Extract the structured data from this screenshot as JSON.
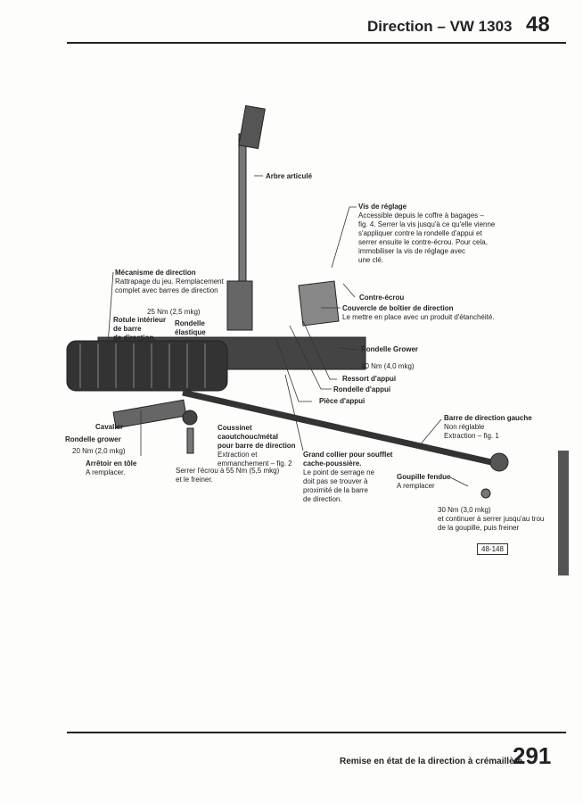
{
  "header": {
    "title": "Direction – VW 1303",
    "chapter": "48"
  },
  "labels": {
    "arbre": "Arbre articulé",
    "vis_title": "Vis de réglage",
    "vis_text": [
      "Accessible depuis le coffre à bagages –",
      "fig. 4. Serrer la vis jusqu'à ce qu'elle vienne",
      "s'appliquer contre la rondelle d'appui et",
      "serrer ensuite le contre-écrou. Pour cela,",
      "immobiliser la vis de réglage avec",
      "une clé."
    ],
    "mecanisme_title": "Mécanisme de direction",
    "mecanisme_text": [
      "Rattrapage du jeu. Remplacement",
      "complet avec barres de direction"
    ],
    "torque25": "25 Nm (2,5 mkg)",
    "rotule": [
      "Rotule intérieur",
      "de barre",
      "de direction."
    ],
    "rondelle_elastique": [
      "Rondelle",
      "élastique"
    ],
    "contre_ecrou": "Contre-écrou",
    "couvercle_title": "Couvercle de boîtier de direction",
    "couvercle_text": "Le mettre en place avec un produit d'étanchéité.",
    "rondelle_grower_r": "Rondelle Grower",
    "torque40": "40 Nm (4,0 mkg)",
    "ressort": "Ressort d'appui",
    "rondelle_appui": "Rondelle d'appui",
    "piece_appui": "Pièce d'appui",
    "barre_title": "Barre de direction gauche",
    "barre_text": [
      "Non réglable",
      "Extraction – fig. 1"
    ],
    "cavalier": "Cavalier",
    "rondelle_grower_l": "Rondelle grower",
    "torque20": "20 Nm (2,0 mkg)",
    "arretoir_title": "Arrêtoir en tôle",
    "arretoir_text": "A remplacer.",
    "coussinet_title": [
      "Coussinet",
      "caoutchouc/métal",
      "pour barre de direction"
    ],
    "coussinet_text": [
      "Extraction et",
      "emmanchement – fig. 2"
    ],
    "serrer55": [
      "Serrer l'écrou à 55 Nm (5,5 mkg)",
      "et le freiner."
    ],
    "collier_title": [
      "Grand collier pour soufflet",
      "cache-poussière."
    ],
    "collier_text": [
      "Le point de serrage ne",
      "doit pas se trouver à",
      "proximité de la barre",
      "de direction."
    ],
    "goupille_title": "Goupille fendue",
    "goupille_text": "A remplacer",
    "torque30": [
      "30 Nm (3,0 mkg)",
      "et continuer à serrer jusqu'au trou",
      "de la goupille, puis freiner"
    ],
    "figref": "48-148"
  },
  "footer": {
    "title": "Remise en état de la direction à crémaillère",
    "page": "291"
  }
}
